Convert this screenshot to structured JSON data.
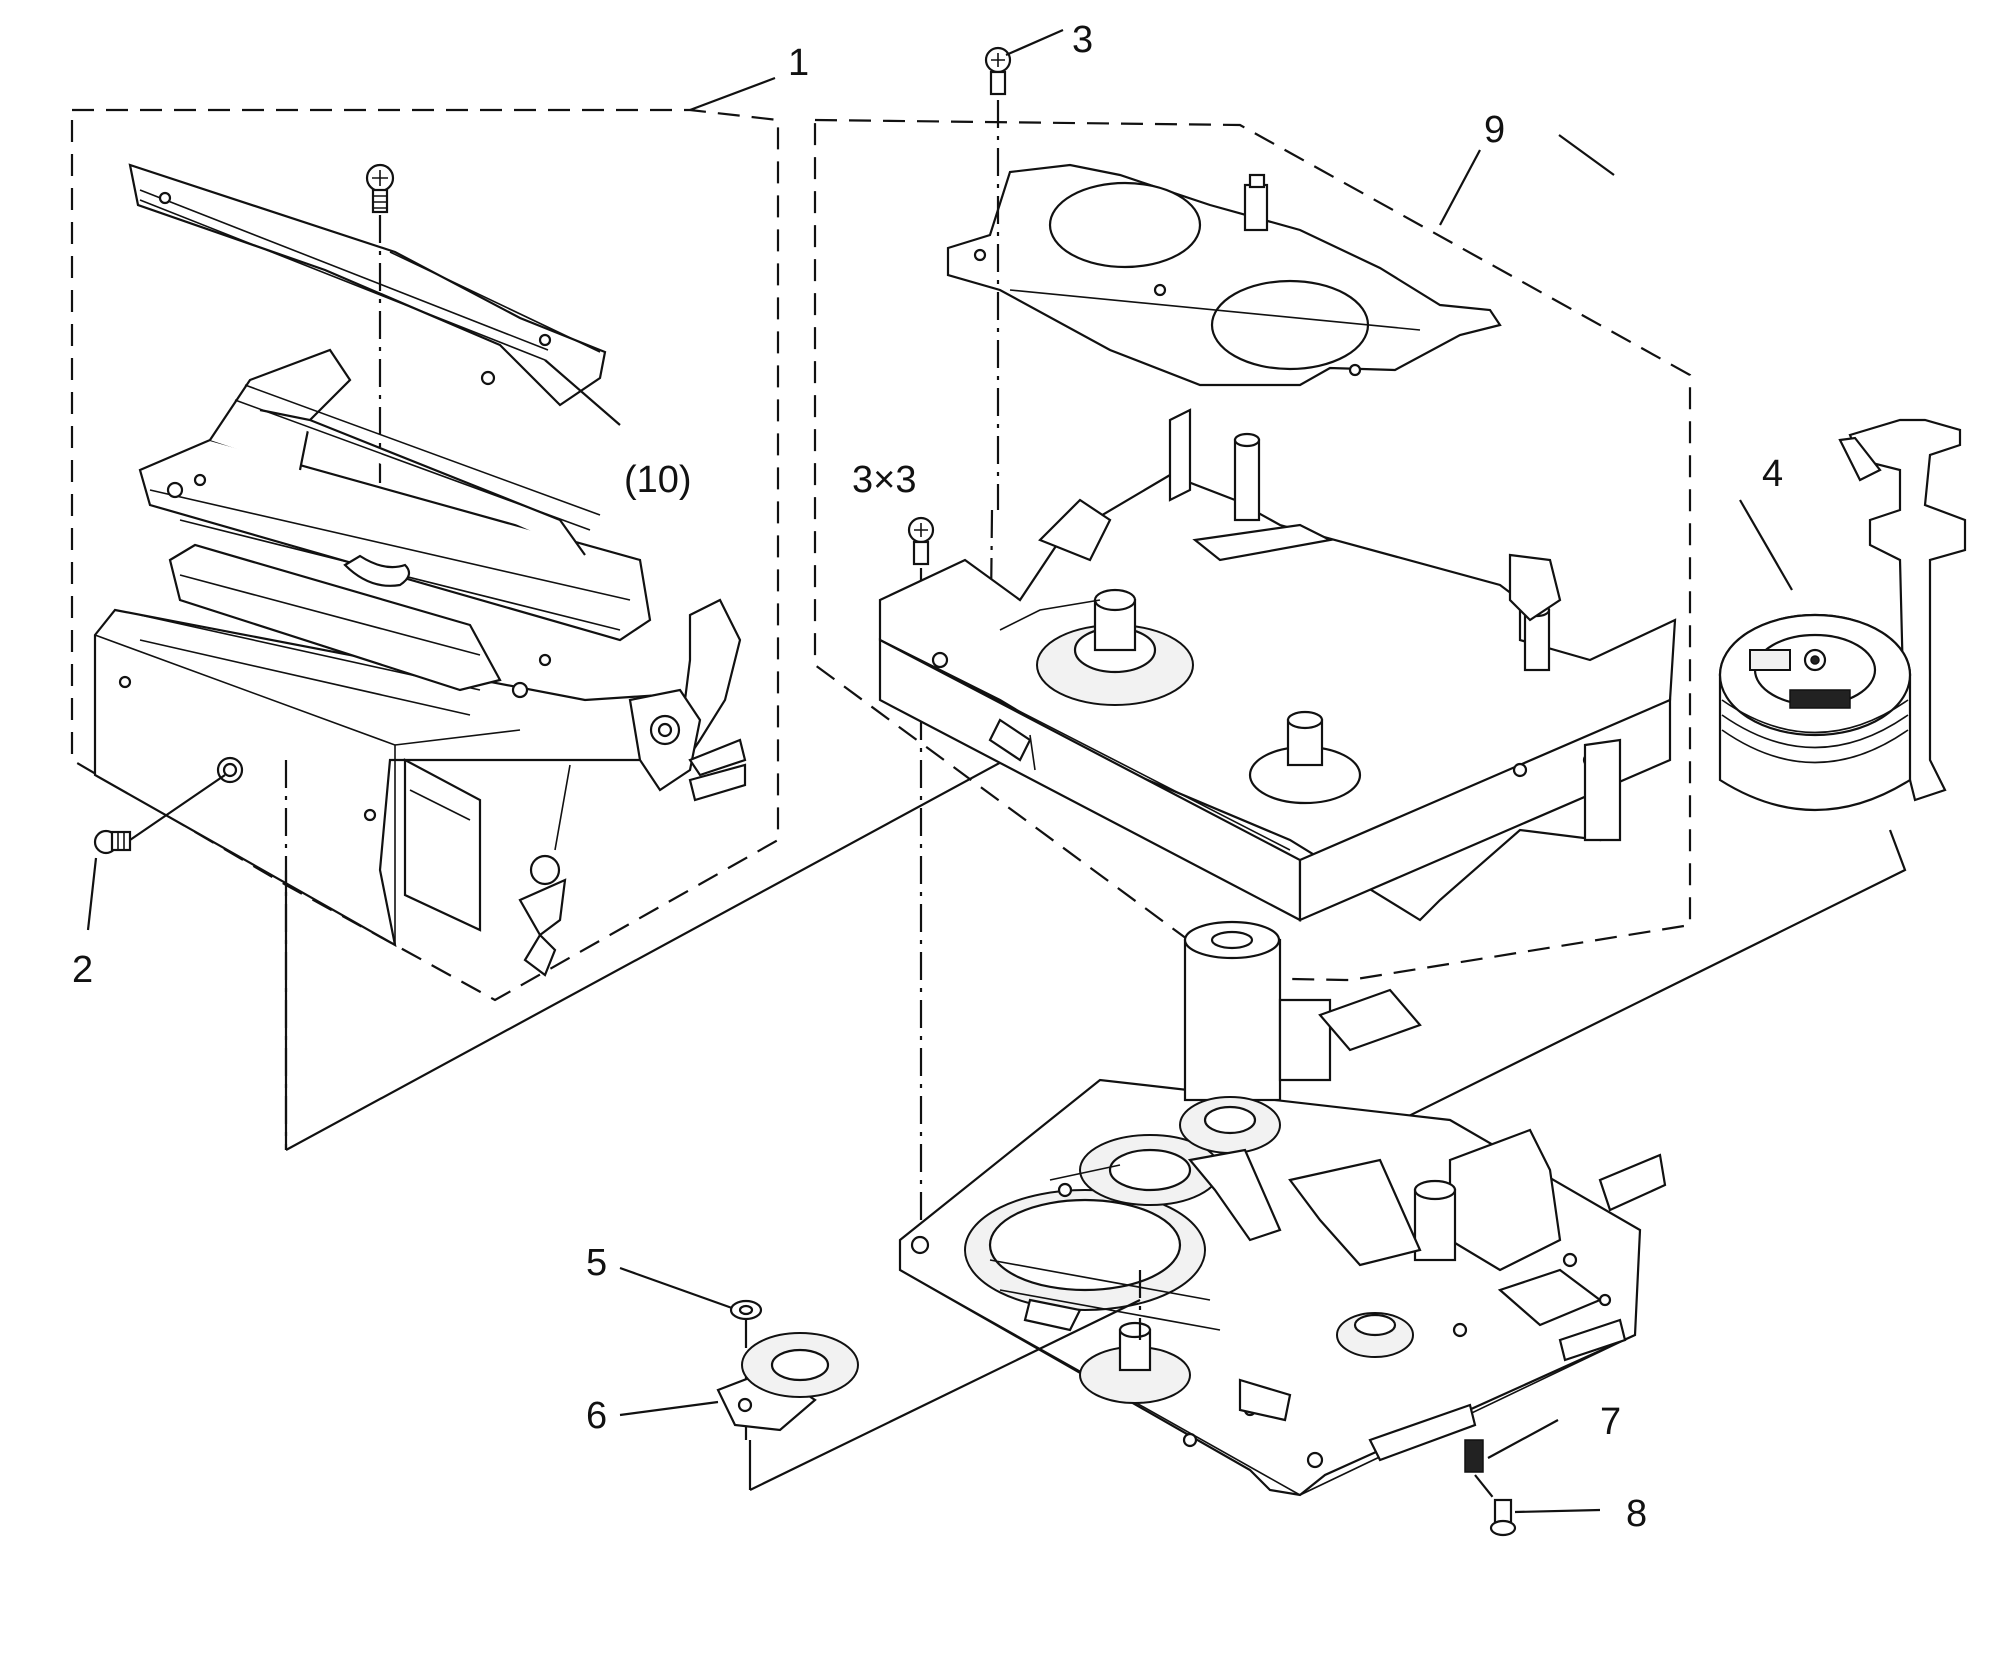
{
  "diagram": {
    "labels": {
      "p1": "1",
      "p2": "2",
      "p3": "3",
      "p3x3": "3×3",
      "p4": "4",
      "p5": "5",
      "p6": "6",
      "p7": "7",
      "p8": "8",
      "p9": "9",
      "p10": "(10)"
    }
  }
}
